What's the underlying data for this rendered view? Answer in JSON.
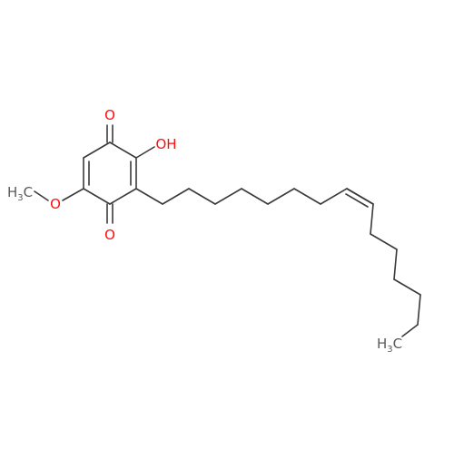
{
  "colors": {
    "bond": "#3a3a3a",
    "oxygen_label": "#ff0d0d",
    "carbon_label": "#5a5a5a",
    "background": "#ffffff"
  },
  "atoms": {
    "o_top": "O",
    "hydroxyl": "OH",
    "o_bottom": "O",
    "o_methoxy": "O",
    "methyl_left": {
      "main": "H",
      "sub": "3",
      "tail": "C"
    },
    "methyl_end": {
      "main": "H",
      "sub": "3",
      "tail": "C"
    }
  }
}
